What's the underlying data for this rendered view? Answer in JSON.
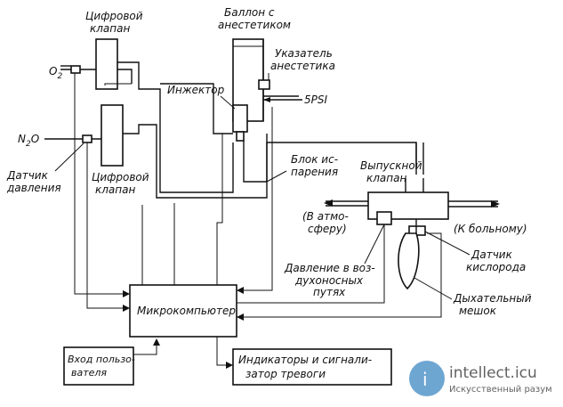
{
  "labels": {
    "digital_valve_top": [
      "Цифровой",
      "клапан"
    ],
    "digital_valve_bottom": [
      "Цифровой",
      "клапан"
    ],
    "anesthetic_cylinder": [
      "Баллон с",
      "анестетиком"
    ],
    "anesthetic_indicator": [
      "Указатель",
      "анестетика"
    ],
    "injector": "Инжектор",
    "psi": "5PSI",
    "o2": "O",
    "o2_sub": "2",
    "n2o": "N",
    "n2o_sub": "2",
    "n2o_tail": "O",
    "pressure_sensor": [
      "Датчик",
      "давления"
    ],
    "evaporation_block": [
      "Блок ис-",
      "парения"
    ],
    "exhaust_valve": [
      "Выпускной",
      "клапан"
    ],
    "to_atmosphere": [
      "(В атмо-",
      "сферу)"
    ],
    "to_patient": "(К больному)",
    "airway_pressure": [
      "Давление в воз-",
      "духоносных",
      "путях"
    ],
    "oxygen_sensor": [
      "Датчик",
      "кислорода"
    ],
    "breathing_bag": [
      "Дыхательный",
      "мешок"
    ],
    "microcomputer": "Микрокомпьютер",
    "user_input": [
      "Вход пользо-",
      "вателя"
    ],
    "alarms": [
      "Индикаторы и сигнали-",
      "затор тревоги"
    ]
  },
  "watermark": {
    "name": "intellect.icu",
    "tagline": "Искусственный разум",
    "logo_text": "i"
  },
  "colors": {
    "ink": "#111111",
    "watermark_circle": "#4a90c8"
  }
}
